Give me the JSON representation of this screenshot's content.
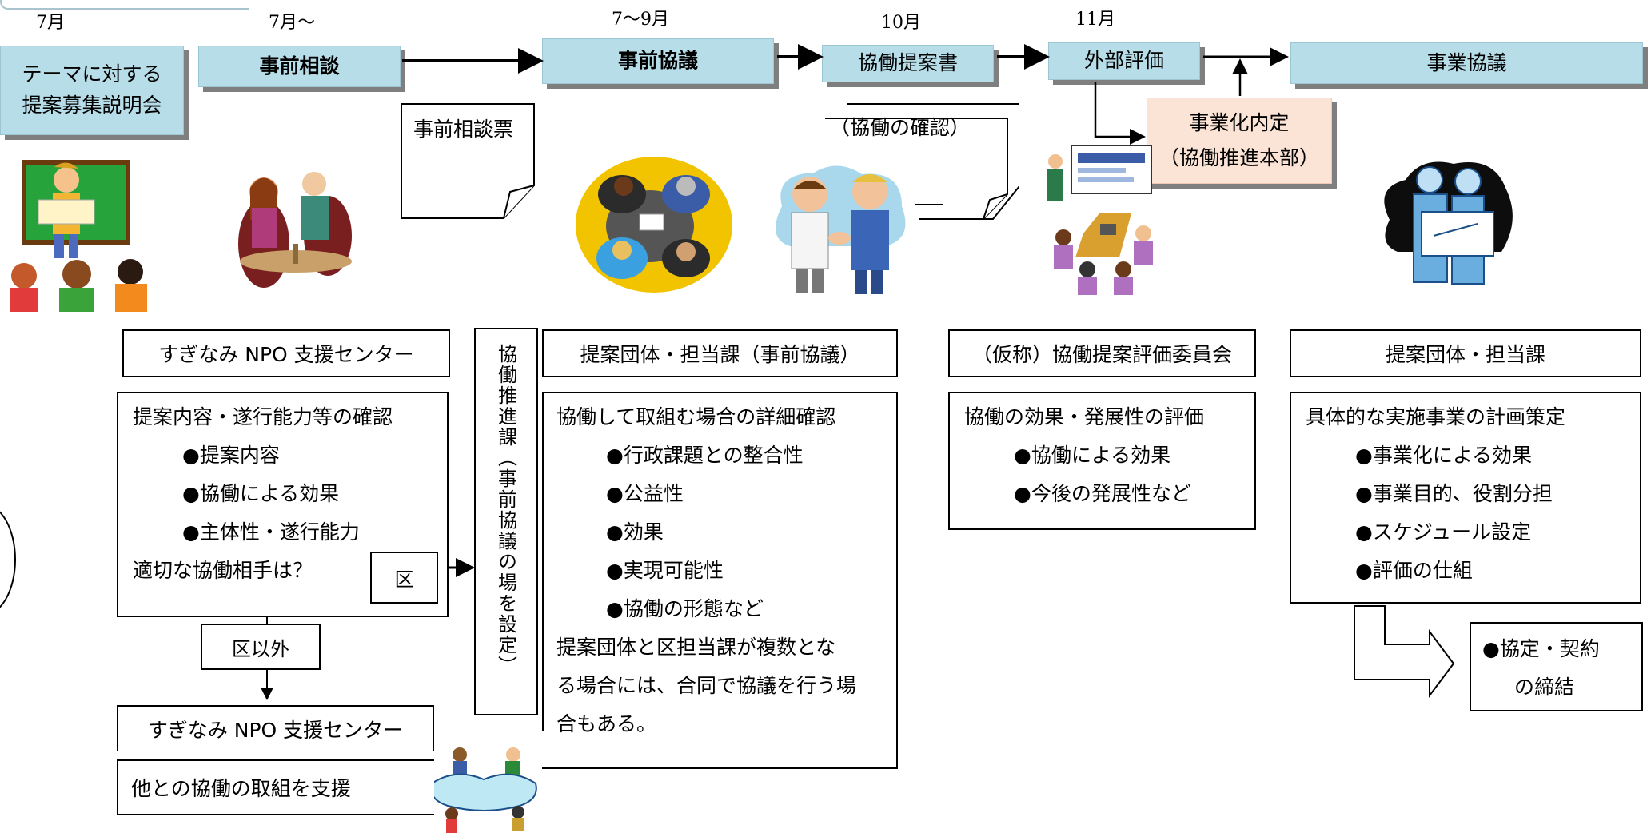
{
  "months": [
    "7月",
    "7月～",
    "7～9月",
    "10月",
    "11月"
  ],
  "stages": {
    "briefing_l1": "テーマに対する",
    "briefing_l2": "提案募集説明会",
    "pre_consult": "事前相談",
    "pre_discussion": "事前協議",
    "proposal": "協働提案書",
    "evaluation": "外部評価",
    "business_discussion": "事業協議",
    "naitei_l1": "事業化内定",
    "naitei_l2": "（協働推進本部）"
  },
  "docs": {
    "consult_sheet": "事前相談票",
    "confirmation": "（協働の確認）"
  },
  "col1": {
    "header": "すぎなみ NPO 支援センター",
    "title": "提案内容・遂行能力等の確認",
    "bullets": [
      "●提案内容",
      "●協働による効果",
      "●主体性・遂行能力"
    ],
    "question": "適切な協働相手は？",
    "ward": "区",
    "outside_ward": "区以外",
    "header2": "すぎなみ NPO 支援センター",
    "support": "他との協働の取組を支援"
  },
  "vertical_label": "協働推進課（事前協議の場を設定）",
  "col2": {
    "header": "提案団体・担当課（事前協議）",
    "title": "協働して取組む場合の詳細確認",
    "bullets": [
      "●行政課題との整合性",
      "●公益性",
      "●効果",
      "●実現可能性",
      "●協働の形態など"
    ],
    "note": [
      "提案団体と区担当課が複数とな",
      "る場合には、合同で協議を行う場",
      "合もある。"
    ]
  },
  "col3": {
    "header": "（仮称）協働提案評価委員会",
    "title": "協働の効果・発展性の評価",
    "bullets": [
      "●協働による効果",
      "●今後の発展性など"
    ]
  },
  "col4": {
    "header": "提案団体・担当課",
    "title": "具体的な実施事業の計画策定",
    "bullets": [
      "●事業化による効果",
      "●事業目的、役割分担",
      "●スケジュール設定",
      "●評価の仕組"
    ],
    "final_l1": "●協定・契約",
    "final_l2": "の締結"
  },
  "icons": {
    "teacher": "teacher-class-illustration",
    "consult": "consultation-illustration",
    "meeting": "meeting-table-illustration",
    "handshake": "handshake-illustration",
    "presentation": "presentation-illustration",
    "planning": "planning-illustration",
    "collaboration": "collaboration-illustration"
  }
}
